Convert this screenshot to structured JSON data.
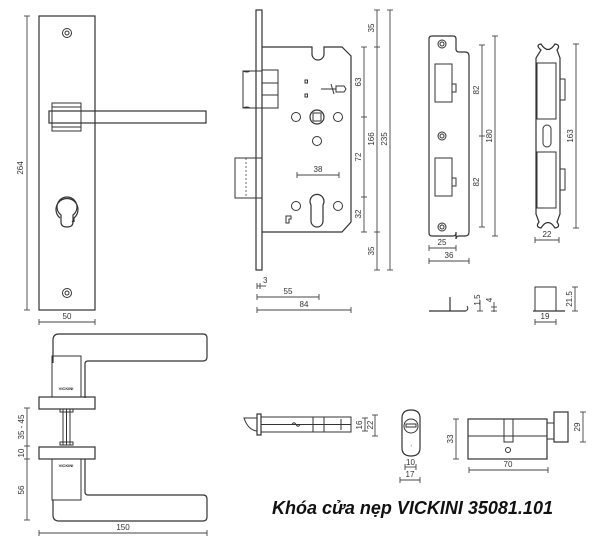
{
  "title": "Khóa cửa nẹp VICKINI 35081.101",
  "handle_plate_front": {
    "height": "264",
    "width": "50"
  },
  "mortise_lock_body": {
    "top_offset": "35",
    "upper_section": "63",
    "middle_section": "72",
    "lower_section": "32",
    "bottom_offset": "35",
    "faceplate_span": "166",
    "total_height": "235",
    "cylinder_hole_spacing": "38",
    "faceplate_thickness": "3",
    "backset": "55",
    "body_depth": "84"
  },
  "strike_plate": {
    "upper_spacing": "82",
    "lower_spacing": "82",
    "height": "180",
    "inner_width": "25",
    "width": "36",
    "lip_thickness": "1.5",
    "lip_height": "4"
  },
  "strike_box": {
    "height": "163",
    "width": "22",
    "depth": "21.5",
    "box_width": "19"
  },
  "handle_side_view": {
    "door_thickness": "35 - 45",
    "rose_thickness": "10",
    "handle_height": "56",
    "handle_length": "150",
    "brand_mark_top": "VICKINI",
    "brand_mark_bottom": "VICKINI"
  },
  "latch_bolt": {
    "inner_height": "16",
    "outer_height": "22"
  },
  "cylinder_profile": {
    "inner_width": "10",
    "outer_width": "17"
  },
  "cylinder_side": {
    "height": "33",
    "length": "70",
    "knob_height": "29"
  }
}
